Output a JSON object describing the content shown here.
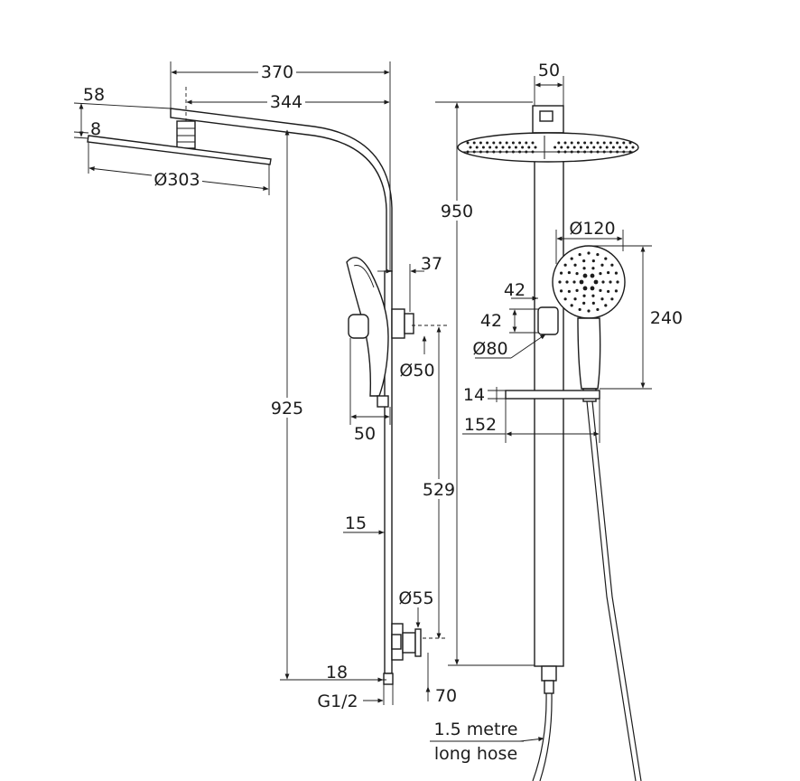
{
  "dimensions": {
    "arm_length": "370",
    "arm_to_head_center": "344",
    "head_height": "58",
    "head_thickness": "8",
    "head_diameter": "Ø303",
    "riser_height": "925",
    "holder_projection": "37",
    "holder_base_diameter": "Ø50",
    "holder_width": "50",
    "holder_to_inlet": "529",
    "rail_diameter": "15",
    "inlet_diameter": "Ø55",
    "inlet_offset": "18",
    "thread": "G1/2",
    "inlet_depth": "70",
    "top_width": "50",
    "total_height": "950",
    "hand_shower_diameter": "Ø120",
    "hand_shower_length": "240",
    "bracket_depth": "42",
    "bracket_height": "42",
    "bracket_diameter": "Ø80",
    "shelf_thickness": "14",
    "shelf_width": "152"
  },
  "hose_note": {
    "line1": "1.5 metre",
    "line2": "long hose"
  }
}
